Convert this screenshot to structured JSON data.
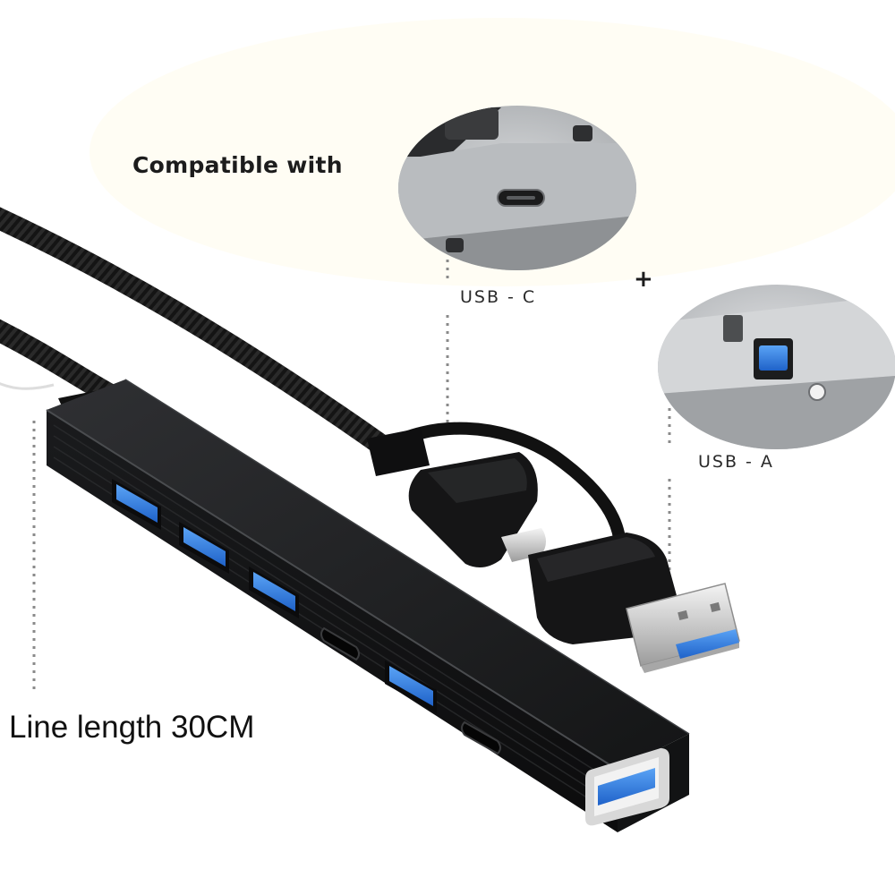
{
  "texts": {
    "compatible": "Compatible with",
    "usb_c": "USB - C",
    "usb_a": "USB - A",
    "plus": "+",
    "line_length": "Line length 30CM"
  },
  "colors": {
    "hub_body": "#1f2022",
    "port_blue": "#2f7de1",
    "cable": "#141414",
    "callout_grey": "#c9cbcd",
    "dotted_line": "#8a8a8a"
  }
}
